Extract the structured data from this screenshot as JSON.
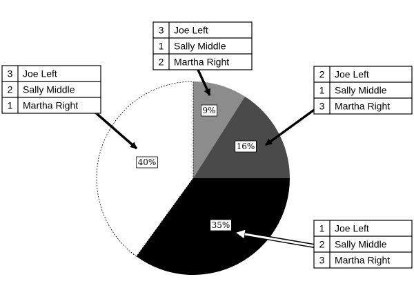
{
  "chart_data": {
    "type": "pie",
    "slices": [
      {
        "percent_label": "9%",
        "value": 9,
        "color": "#8c8c8c",
        "legend": [
          {
            "rank": "3",
            "label": "Joe Left"
          },
          {
            "rank": "1",
            "label": "Sally Middle"
          },
          {
            "rank": "2",
            "label": "Martha Right"
          }
        ]
      },
      {
        "percent_label": "16%",
        "value": 16,
        "color": "#4a4a4a",
        "legend": [
          {
            "rank": "2",
            "label": "Joe Left"
          },
          {
            "rank": "1",
            "label": "Sally Middle"
          },
          {
            "rank": "3",
            "label": "Martha Right"
          }
        ]
      },
      {
        "percent_label": "35%",
        "value": 35,
        "color": "#000000",
        "legend": [
          {
            "rank": "1",
            "label": "Joe Left"
          },
          {
            "rank": "2",
            "label": "Sally Middle"
          },
          {
            "rank": "3",
            "label": "Martha Right"
          }
        ]
      },
      {
        "percent_label": "40%",
        "value": 40,
        "color": "#ffffff",
        "legend": [
          {
            "rank": "3",
            "label": "Joe Left"
          },
          {
            "rank": "2",
            "label": "Sally Middle"
          },
          {
            "rank": "1",
            "label": "Martha Right"
          }
        ]
      }
    ]
  }
}
